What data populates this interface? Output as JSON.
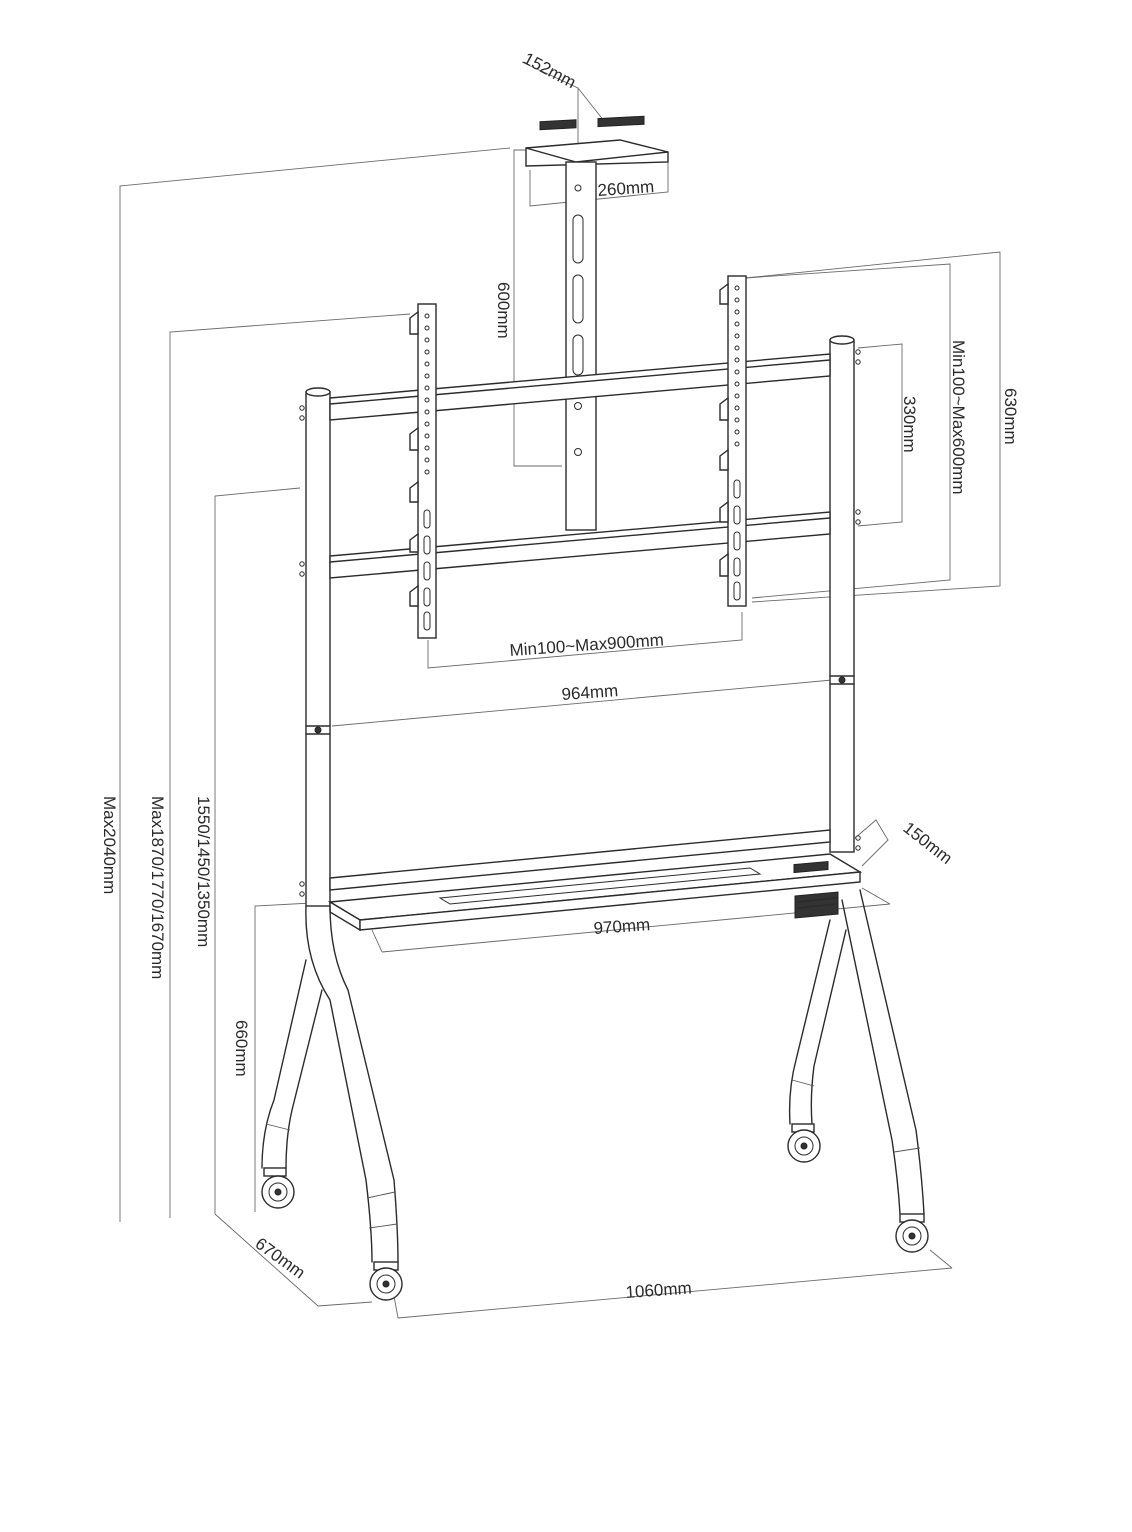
{
  "dimensions": {
    "top_tray_depth": "152mm",
    "top_tray_width": "260mm",
    "camera_pole_height": "600mm",
    "vesa_height_max": "630mm",
    "vesa_height_range": "Min100~Max600mm",
    "crossbar_spacing": "330mm",
    "vesa_width_range": "Min100~Max900mm",
    "frame_width": "964mm",
    "shelf_depth": "150mm",
    "shelf_width": "970mm",
    "overall_max_height": "Max2040mm",
    "top_height_options": "Max1870/1770/1670mm",
    "center_height_options": "1550/1450/1350mm",
    "shelf_height": "660mm",
    "base_depth": "670mm",
    "base_width": "1060mm"
  }
}
